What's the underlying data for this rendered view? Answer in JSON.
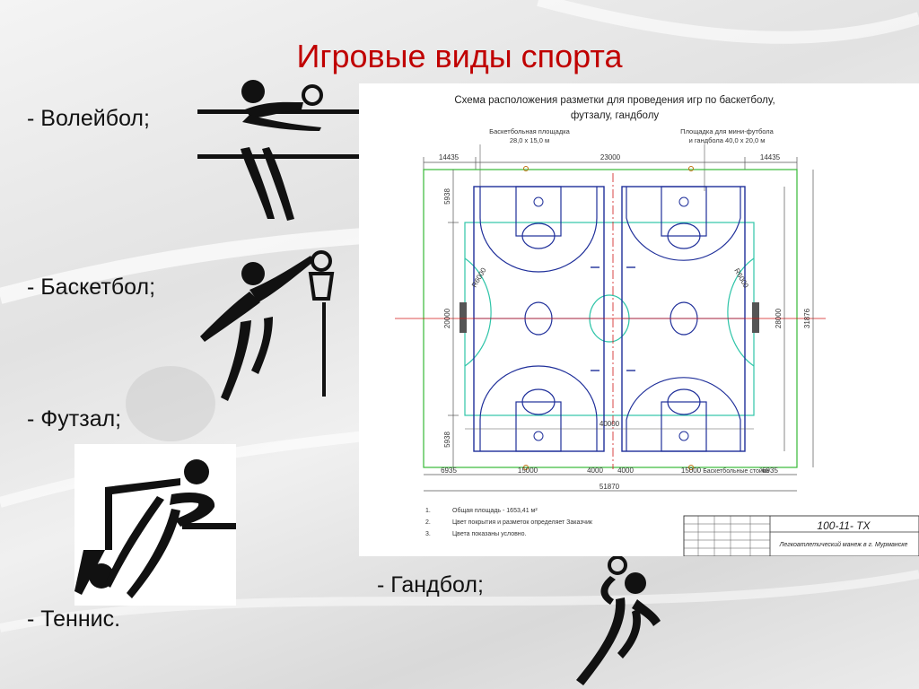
{
  "slide": {
    "title": "Игровые виды спорта",
    "items": {
      "volleyball": "- Волейбол;",
      "basketball": "- Баскетбол;",
      "futsal": "- Футзал;",
      "tennis": "- Теннис.",
      "handball": "- Гандбол;"
    },
    "icons": {
      "volleyball": "volleyball-pictogram-icon",
      "basketball": "basketball-pictogram-icon",
      "futsal": "futsal-pictogram-icon",
      "handball": "handball-pictogram-icon"
    }
  },
  "plan": {
    "heading_line1": "Схема расположения разметки для проведения игр по баскетболу,",
    "heading_line2": "футзалу, гандболу",
    "basket_label_line1": "Баскетбольная площадка",
    "basket_label_line2": "28,0 х 15,0 м",
    "mini_label_line1": "Площадка для мини-футбола",
    "mini_label_line2": "и гандбола 40,0 х 20,0 м",
    "dims": {
      "top_left": "14435",
      "top_mid": "23000",
      "top_right": "14435",
      "left_top": "5938",
      "left_mid": "20000",
      "left_bottom": "5938",
      "right_inner": "28000",
      "right_outer": "31876",
      "mid": "40000",
      "bottom_1": "6935",
      "bottom_2": "15000",
      "bottom_3": "4000",
      "bottom_4": "4000",
      "bottom_5": "15000",
      "bottom_6": "6935",
      "total": "51870",
      "radius_left": "R6000",
      "radius_right": "R6000"
    },
    "bottom_caption": "Баскетбольные стойки",
    "notes": [
      "1.",
      "Общая площадь - 1653,41 м²",
      "2.",
      "Цвет покрытия и разметок определяет Заказчик",
      "3.",
      "Цвета показаны условно."
    ],
    "stamp_code": "100-11- ТХ",
    "stamp_desc": "Легкоатлетический манеж в г. Мурманске"
  },
  "colors": {
    "title": "#c00000",
    "text": "#111111",
    "basketball_lines": "#1f2f9a",
    "futsal_lines": "#2ec4a8",
    "outer_field": "#36b936",
    "axis": "#d01818"
  }
}
